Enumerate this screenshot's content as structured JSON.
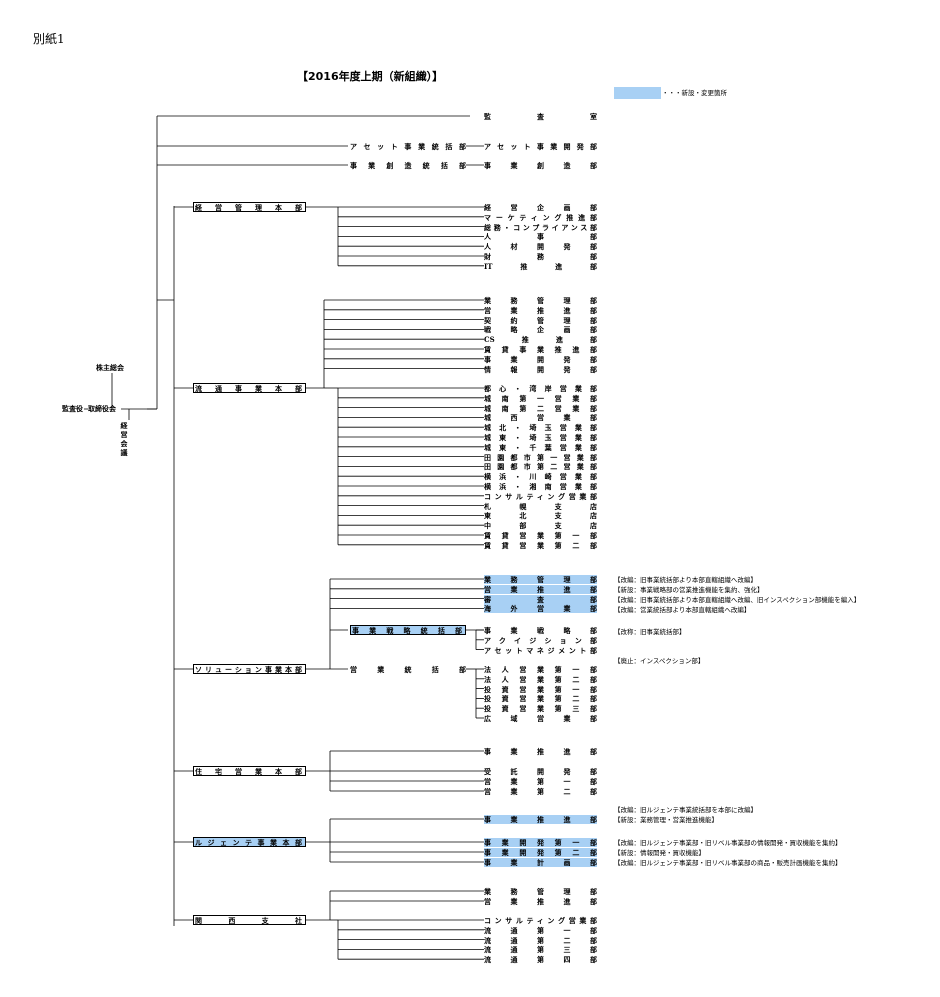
{
  "attachment_label": "別紙1",
  "title": "【2016年度上期（新組織）】",
  "legend": {
    "label": "・・・新設・変更箇所",
    "color": "#a8d0f4"
  },
  "governance": {
    "shareholders": "株主総会",
    "auditor": "監査役",
    "board": "取締役会",
    "mgmt_council": "経営会議"
  },
  "direct_units": [
    "監査室",
    "アセット事業統括部",
    "アセット事業開発部",
    "事業創造統括部",
    "事業創造部"
  ],
  "hq_keiei": {
    "name": "経営管理本部",
    "depts": [
      "経営企画部",
      "マーケティング推進部",
      "総務・コンプライアンス部",
      "人事部",
      "人材開発部",
      "財務部",
      "IT推進部"
    ]
  },
  "hq_ryutsu": {
    "name": "流通事業本部",
    "depts_upper": [
      "業務管理部",
      "営業推進部",
      "契約管理部",
      "戦略企画部",
      "CS推進部",
      "賃貸事業推進部",
      "事業開発部",
      "情報開発部"
    ],
    "depts_lower": [
      "都心・湾岸営業部",
      "城南第一営業部",
      "城南第二営業部",
      "城西営業部",
      "城北・埼玉営業部",
      "城東・埼玉営業部",
      "城東・千葉営業部",
      "田園都市第一営業部",
      "田園都市第二営業部",
      "横浜・川崎営業部",
      "横浜・湘南営業部",
      "コンサルティング営業部",
      "札幌支店",
      "東北支店",
      "中部支店",
      "賃貸営業第一部",
      "賃貸営業第二部"
    ]
  },
  "hq_solution": {
    "name": "ソリューション事業本部",
    "depts_top": [
      "業務管理部",
      "営業推進部",
      "審査部",
      "海外営業部"
    ],
    "strategy_unit": "事業戦略統括部",
    "strategy_depts": [
      "事業戦略部",
      "アクイジション部",
      "アセットマネジメント部"
    ],
    "sales_unit": "営業統括部",
    "sales_depts": [
      "法人営業第一部",
      "法人営業第二部",
      "投資営業第一部",
      "投資営業第二部",
      "投資営業第三部",
      "広域営業部"
    ]
  },
  "hq_jutaku": {
    "name": "住宅営業本部",
    "depts": [
      "事業推進部",
      "受託開発部",
      "営業第一部",
      "営業第二部"
    ]
  },
  "hq_lejente": {
    "name": "ルジェンテ事業本部",
    "depts": [
      "事業推進部",
      "事業開発第一部",
      "事業開発第二部",
      "事業計画部"
    ]
  },
  "kansai": {
    "name": "関西支社",
    "depts_upper": [
      "業務管理部",
      "営業推進部"
    ],
    "depts_lower": [
      "コンサルティング営業部",
      "流通第一部",
      "流通第二部",
      "流通第三部",
      "流通第四部"
    ]
  },
  "notes": {
    "n1": "【改編：旧事業統括部より本部直轄組織へ改編】",
    "n2": "【新設：事業戦略部の営業推進機能を集約、強化】",
    "n3": "【改編：旧事業統括部より本部直轄組織へ改編、旧インスペクション部機能を編入】",
    "n4": "【改編：営業統括部より本部直轄組織へ改編】",
    "n5": "【改称：旧事業統括部】",
    "n6": "【廃止：インスペクション部】",
    "n7": "【改編：旧ルジェンテ事業統括部を本部に改編】",
    "n8": "【新設：業務管理・営業推進機能】",
    "n9": "【改編：旧ルジェンテ事業部・旧リベル事業部の情報開発・買収機能を集約】",
    "n10": "【新設：情報開発・買収機能】",
    "n11": "【改編：旧ルジェンテ事業部・旧リベル事業部の商品・販売計画機能を集約】"
  }
}
